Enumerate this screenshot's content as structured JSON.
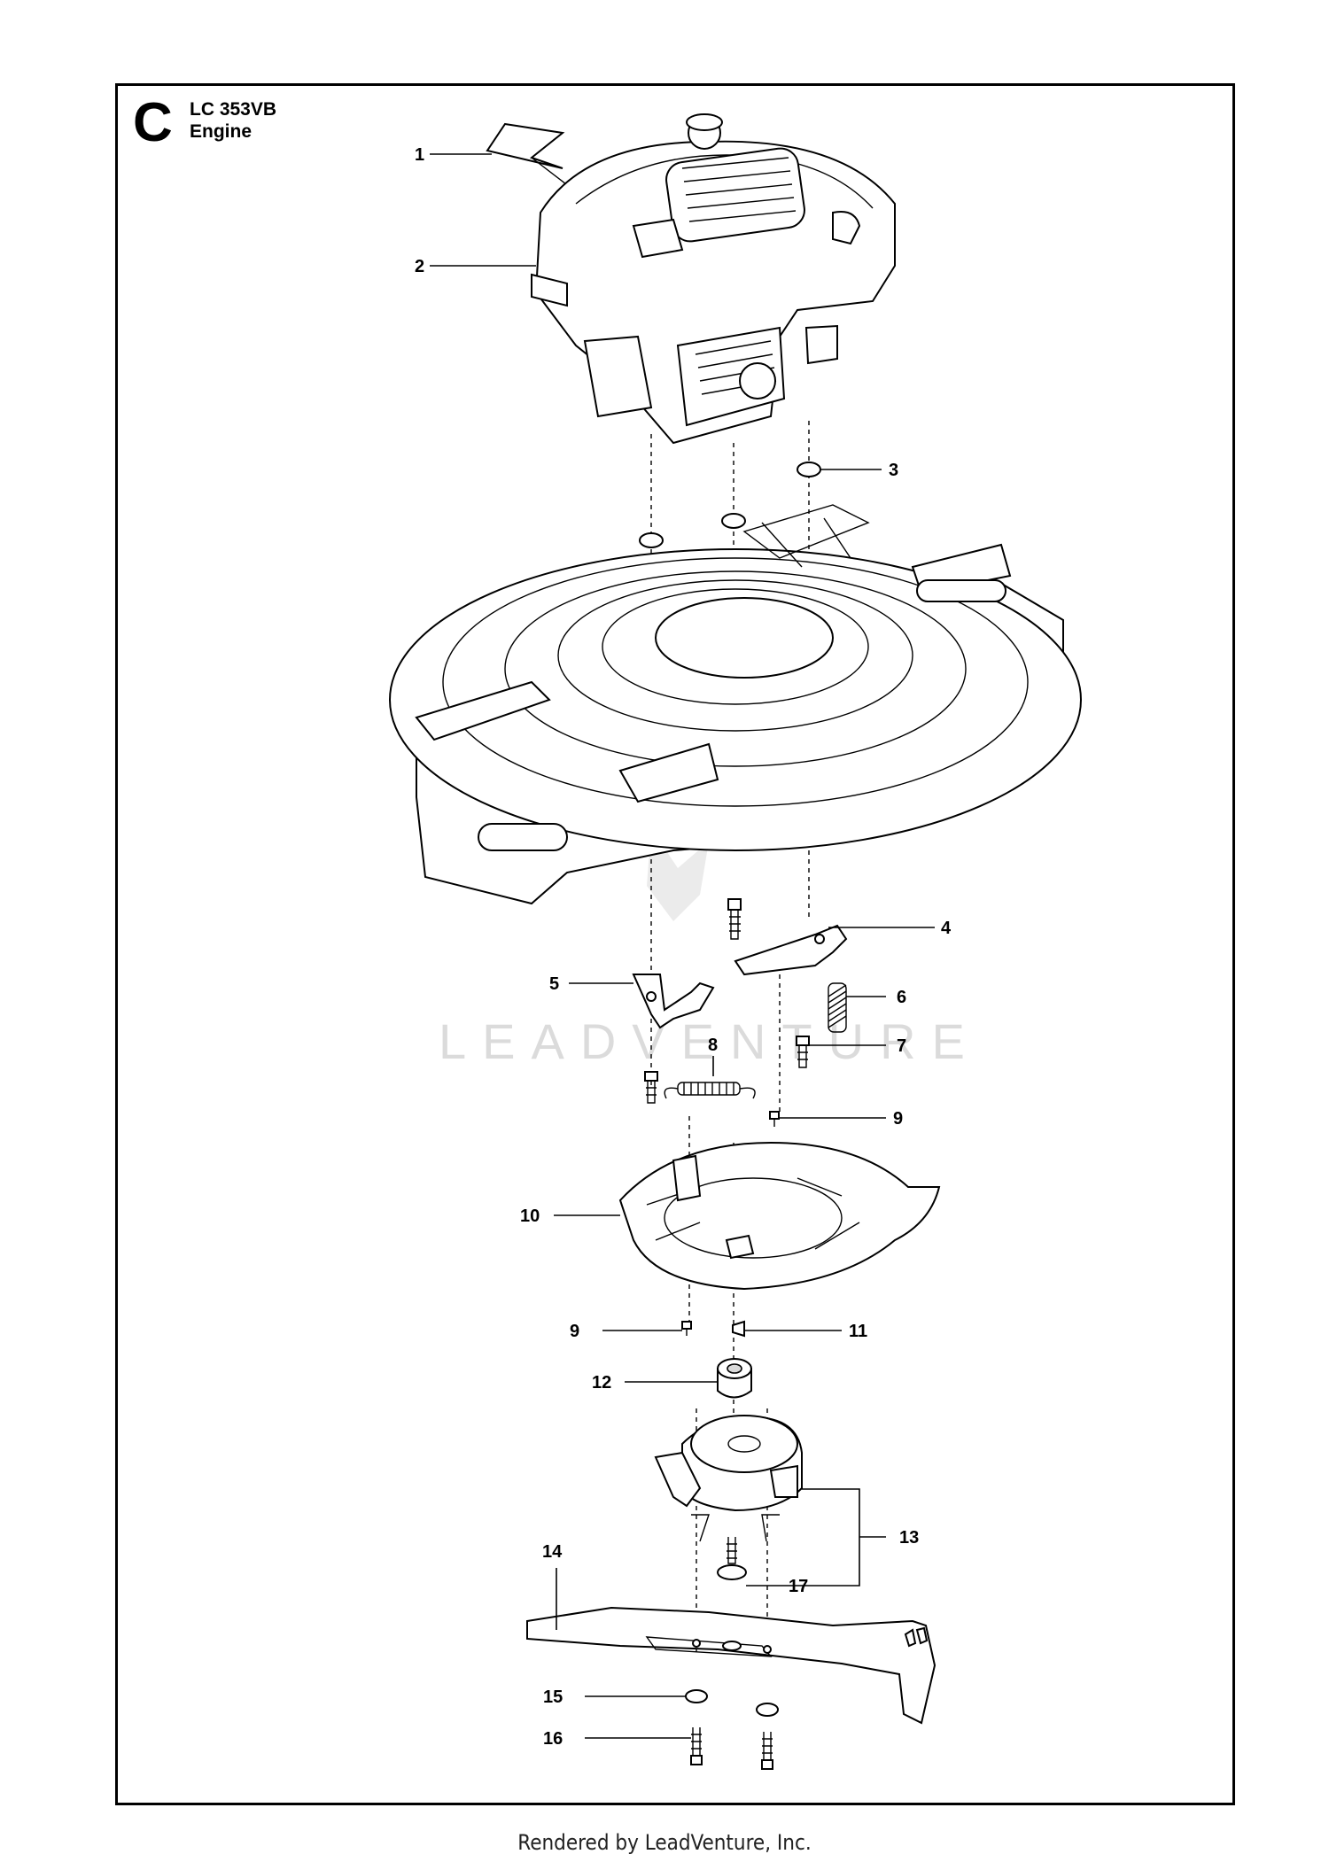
{
  "header": {
    "section_letter": "C",
    "model": "LC 353VB",
    "title": "Engine"
  },
  "watermark": "LEADVENTURE",
  "footer": "Rendered by LeadVenture, Inc.",
  "callouts": {
    "c1": "1",
    "c2": "2",
    "c3": "3",
    "c4": "4",
    "c5": "5",
    "c6": "6",
    "c7": "7",
    "c8": "8",
    "c9a": "9",
    "c9b": "9",
    "c10": "10",
    "c11": "11",
    "c12": "12",
    "c13": "13",
    "c14": "14",
    "c15": "15",
    "c16": "16",
    "c17": "17"
  }
}
